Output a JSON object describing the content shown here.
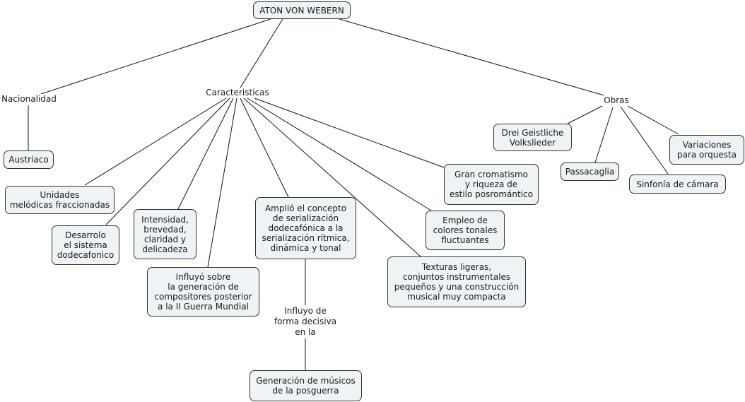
{
  "title": "ATON VON WEBERN",
  "linking_phrases": {
    "nacionalidad": "Nacionalidad",
    "caracteristicas": "Caracteristicas",
    "obras": "Obras",
    "influyo": "Influyo de\nforma decisiva\nen la"
  },
  "concepts": {
    "austriaco": "Austriaco",
    "unidades": "Unidades\nmelódicas fraccionadas",
    "desarrolo": "Desarrolo\nel sistema\ndodecafonico",
    "intensidad": "Intensidad,\nbrevedad,\nclaridad y\ndelicadeza",
    "influyo_sobre": "Influyó sobre\nla generación de\ncompositores posterior\na la II Guerra Mundial",
    "amplio": "Amplió el concepto\nde serialización\ndodecafónica a la\nserialización rítmica,\ndinámica y tonal",
    "generacion": "Generación de músicos\nde la posguerra",
    "gran_cromatismo": "Gran cromatismo\ny riqueza de\nestilo posromántico",
    "empleo": "Empleo de\ncolores tonales\nfluctuantes",
    "texturas": "Texturas ligeras,\nconjuntos instrumentales\npequeños y una construcción\nmusical muy compacta",
    "drei": "Drei Geistliche\nVolkslieder",
    "passacaglia": "Passacaglia",
    "sinfonia": "Sinfonía de cámara",
    "variaciones": "Variaciones\npara orquesta"
  },
  "colors": {
    "node_fill": "#eef3f5",
    "node_border": "#333333",
    "link": "#111111"
  }
}
